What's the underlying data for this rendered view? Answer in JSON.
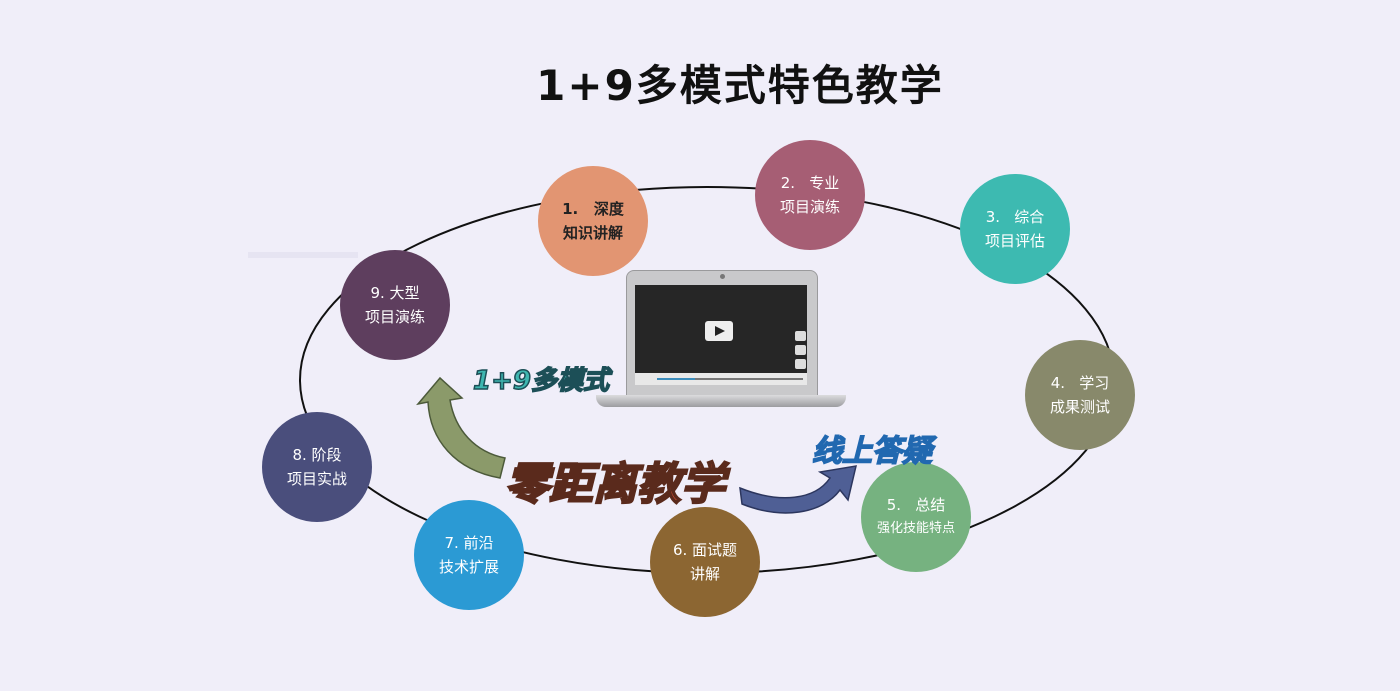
{
  "title": "1+9多模式特色教学",
  "nodes": [
    {
      "line1": "1.   深度",
      "line2": "知识讲解",
      "color": "#e29572"
    },
    {
      "line1": "2.   专业",
      "line2": "项目演练",
      "color": "#a65e74"
    },
    {
      "line1": "3.   综合",
      "line2": "项目评估",
      "color": "#3dbab1"
    },
    {
      "line1": "4.   学习",
      "line2": "成果测试",
      "color": "#88896b"
    },
    {
      "line1": "5.   总结",
      "line2": "强化技能特点",
      "color": "#76b280"
    },
    {
      "line1": "6. 面试题",
      "line2": "讲解",
      "color": "#8c6632"
    },
    {
      "line1": "7. 前沿",
      "line2": "技术扩展",
      "color": "#2b9ad4"
    },
    {
      "line1": "8. 阶段",
      "line2": "项目实战",
      "color": "#4a4e7c"
    },
    {
      "line1": "9. 大型",
      "line2": "项目演练",
      "color": "#5e3e5e"
    }
  ],
  "center": {
    "label_top": "1+9多模式",
    "label_main": "零距离教学",
    "label_right": "线上答疑"
  },
  "icons": {
    "video": "play-icon",
    "left_arrow": "curved-arrow-up-icon",
    "right_arrow": "curved-arrow-right-icon"
  }
}
